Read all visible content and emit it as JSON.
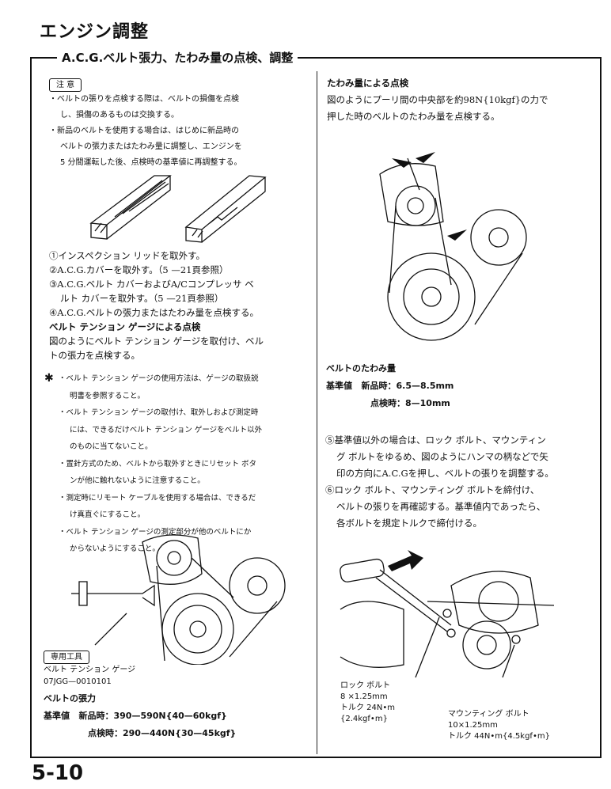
{
  "title": "エンジン調整",
  "section_title": "A.C.G.ベルト張力、たわみ量の点検、調整",
  "caution": {
    "label": "注 意",
    "items": [
      [
        "・ベルトの張りを点検する際は、ベルトの損傷を点検",
        "し、損傷のあるものは交換する。"
      ],
      [
        "・新品のベルトを使用する場合は、はじめに新品時の",
        "ベルトの張力またはたわみ量に調整し、エンジンを",
        "5 分間運転した後、点検時の基準値に再調整する。"
      ]
    ]
  },
  "steps_left": [
    "①インスペクション リッドを取外す。",
    "②A.C.G.カバーを取外す。（5 —21頁参照）",
    "③A.C.G.ベルト カバーおよびA/Cコンプレッサ ベ",
    "ルト カバーを取外す。（5 —21頁参照）",
    "④A.C.G.ベルトの張力またはたわみ量を点検する。"
  ],
  "tension_gauge": {
    "heading": "ベルト テンション ゲージによる点検",
    "body": [
      "図のようにベルト テンション ゲージを取付け、ベル",
      "トの張力を点検する。"
    ],
    "star": "✱",
    "notes": [
      [
        "・ベルト テンション ゲージの使用方法は、ゲージの取扱説",
        "明書を参照すること。"
      ],
      [
        "・ベルト テンション ゲージの取付け、取外しおよび測定時",
        "には、できるだけベルト テンション ゲージをベルト以外",
        "のものに当てないこと。"
      ],
      [
        "・置針方式のため、ベルトから取外すときにリセット ボタ",
        "ンが他に触れないように注意すること。"
      ],
      [
        "・測定時にリモート ケーブルを使用する場合は、できるだ",
        "け真直ぐにすること。"
      ],
      [
        "・ベルト テンション ゲージの測定部分が他のベルトにか",
        "からないようにすること。"
      ]
    ]
  },
  "special_tool": {
    "label": "専用工具",
    "name": "ベルト テンション ゲージ",
    "part_no": "07JGG—0010101"
  },
  "belt_tension": {
    "heading": "ベルトの張力",
    "std_label": "基準値",
    "new_label": "新品時：",
    "new_value": "390—590N{40—60kgf}",
    "insp_label": "点検時：",
    "insp_value": "290—440N{30—45kgf}"
  },
  "deflection_check": {
    "heading": "たわみ量による点検",
    "body": [
      "図のようにプーリ間の中央部を約98N{10kgf}の力で",
      "押した時のベルトのたわみ量を点検する。"
    ]
  },
  "belt_deflection": {
    "heading": "ベルトのたわみ量",
    "std_label": "基準値",
    "new_label": "新品時：",
    "new_value": "6.5—8.5mm",
    "insp_label": "点検時：",
    "insp_value": "8—10mm"
  },
  "steps_right": [
    "⑤基準値以外の場合は、ロック ボルト、マウンティン",
    "グ ボルトをゆるめ、図のようにハンマの柄などで矢",
    "印の方向にA.C.Gを押し、ベルトの張りを調整する。",
    "⑥ロック ボルト、マウンティング ボルトを締付け、",
    "ベルトの張りを再確認する。基準値内であったら、",
    "各ボルトを規定トルクで締付ける。"
  ],
  "lock_bolt": {
    "name": "ロック ボルト",
    "size": "8 ×1.25mm",
    "torque": "トルク 24N•m",
    "torque_kgf": "{2.4kgf•m}"
  },
  "mounting_bolt": {
    "name": "マウンティング ボルト",
    "size": "10×1.25mm",
    "torque": "トルク 44N•m{4.5kgf•m}"
  },
  "page_number": "5-10"
}
